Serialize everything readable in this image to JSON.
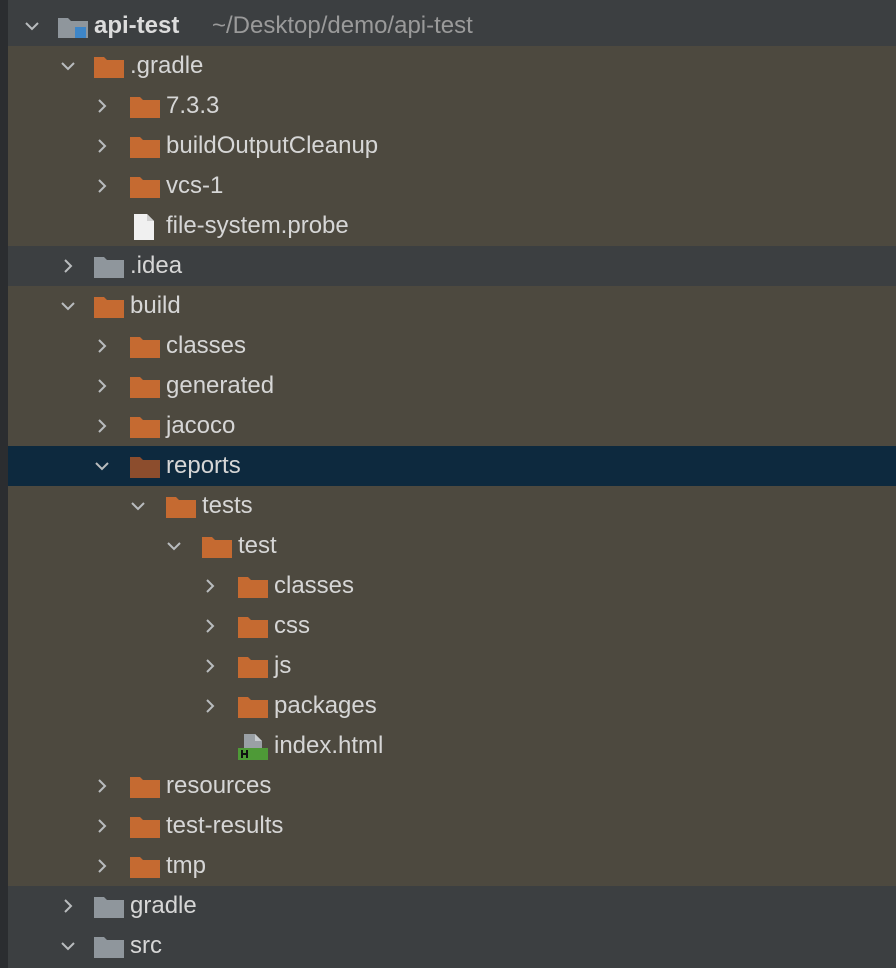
{
  "root": {
    "label": "api-test",
    "path": "~/Desktop/demo/api-test"
  },
  "colors": {
    "excluded_bg": "#4d493f",
    "normal_bg": "#3c3f41",
    "selected_bg": "#0d293e",
    "folder_excluded": "#c56a31",
    "folder_normal": "#8f969c",
    "html_badge": "#4e9a37"
  },
  "items": {
    "gradle_dir": ".gradle",
    "v733": "7.3.3",
    "build_output_cleanup": "buildOutputCleanup",
    "vcs1": "vcs-1",
    "file_system_probe": "file-system.probe",
    "idea": ".idea",
    "build": "build",
    "classes": "classes",
    "generated": "generated",
    "jacoco": "jacoco",
    "reports": "reports",
    "tests": "tests",
    "test": "test",
    "test_classes": "classes",
    "css": "css",
    "js": "js",
    "packages": "packages",
    "index_html": "index.html",
    "resources": "resources",
    "test_results": "test-results",
    "tmp": "tmp",
    "gradle": "gradle",
    "src": "src"
  },
  "icons": {
    "collapsed": "chevron-right-icon",
    "expanded": "chevron-down-icon",
    "folder": "folder-icon",
    "file": "file-icon",
    "html_file": "html-file-icon",
    "module": "module-folder-icon"
  }
}
